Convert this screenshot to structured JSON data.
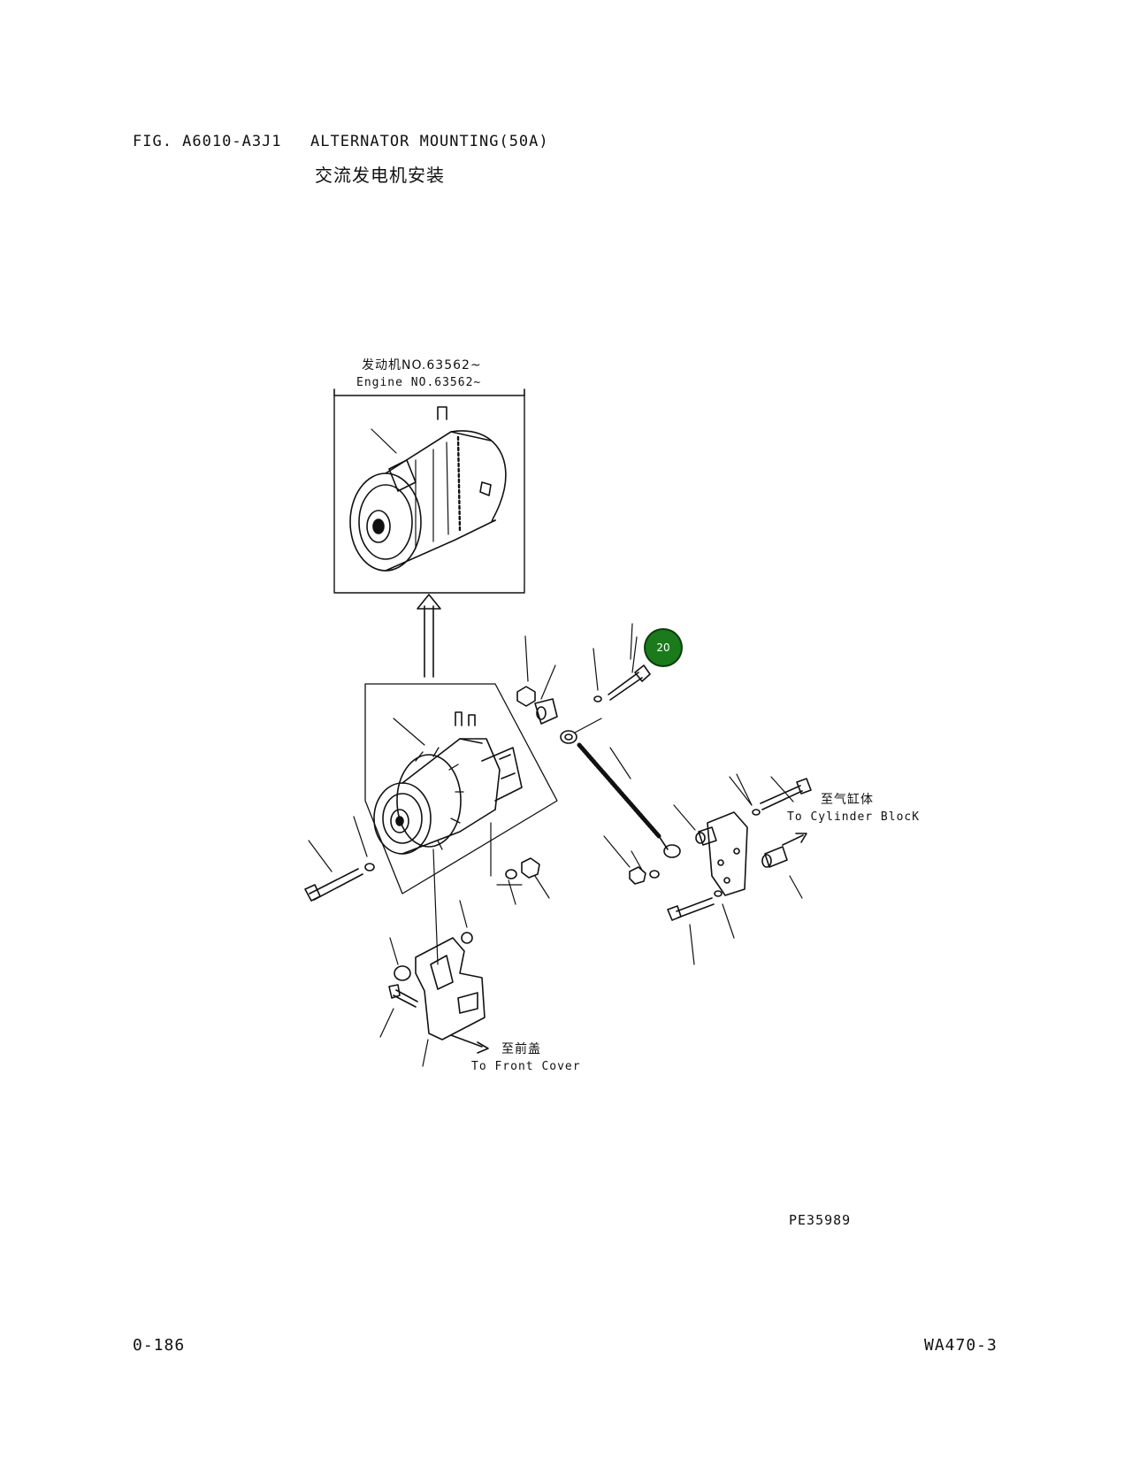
{
  "header": {
    "fig_code": "FIG. A6010-A3J1",
    "title": "ALTERNATOR MOUNTING(50A)",
    "title_cn": "交流发电机安装"
  },
  "inset": {
    "label_cn": "发动机NO.63562~",
    "label_en": "Engine NO.63562~"
  },
  "annotations": {
    "cylinder_cn": "至气缸体",
    "cylinder_en": "To Cylinder BlocK",
    "front_cn": "至前盖",
    "front_en": "To Front Cover"
  },
  "callout": {
    "label": "20",
    "color": "#1b7a1b"
  },
  "footer": {
    "doc_id": "PE35989",
    "page": "0-186",
    "model": "WA470-3"
  }
}
